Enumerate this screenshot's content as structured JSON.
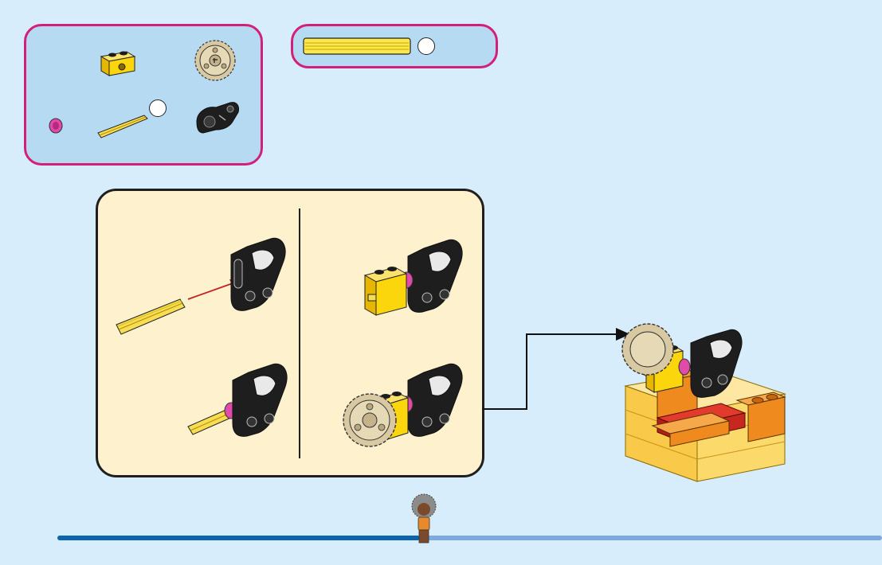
{
  "parts_list": {
    "items": [
      {
        "name": "yellow-technic-brick-1x2-with-hole",
        "quantity": ""
      },
      {
        "name": "tan-gear-20-tooth",
        "quantity": ""
      },
      {
        "name": "magenta-bush",
        "quantity": ""
      },
      {
        "name": "yellow-axle",
        "quantity": "",
        "length": ""
      },
      {
        "name": "black-steering-arm",
        "quantity": ""
      }
    ]
  },
  "axle_length_ruler": {
    "length": ""
  },
  "colors": {
    "page_background": "#d7edfb",
    "panel_background": "#b7daf3",
    "panel_border": "#d2207a",
    "substep_background": "#fdf2cd",
    "timeline_done": "#0c64ad",
    "timeline_todo": "#7ea9dd",
    "arrow_red": "#c62026"
  },
  "progress": {
    "fraction": 0.42
  }
}
